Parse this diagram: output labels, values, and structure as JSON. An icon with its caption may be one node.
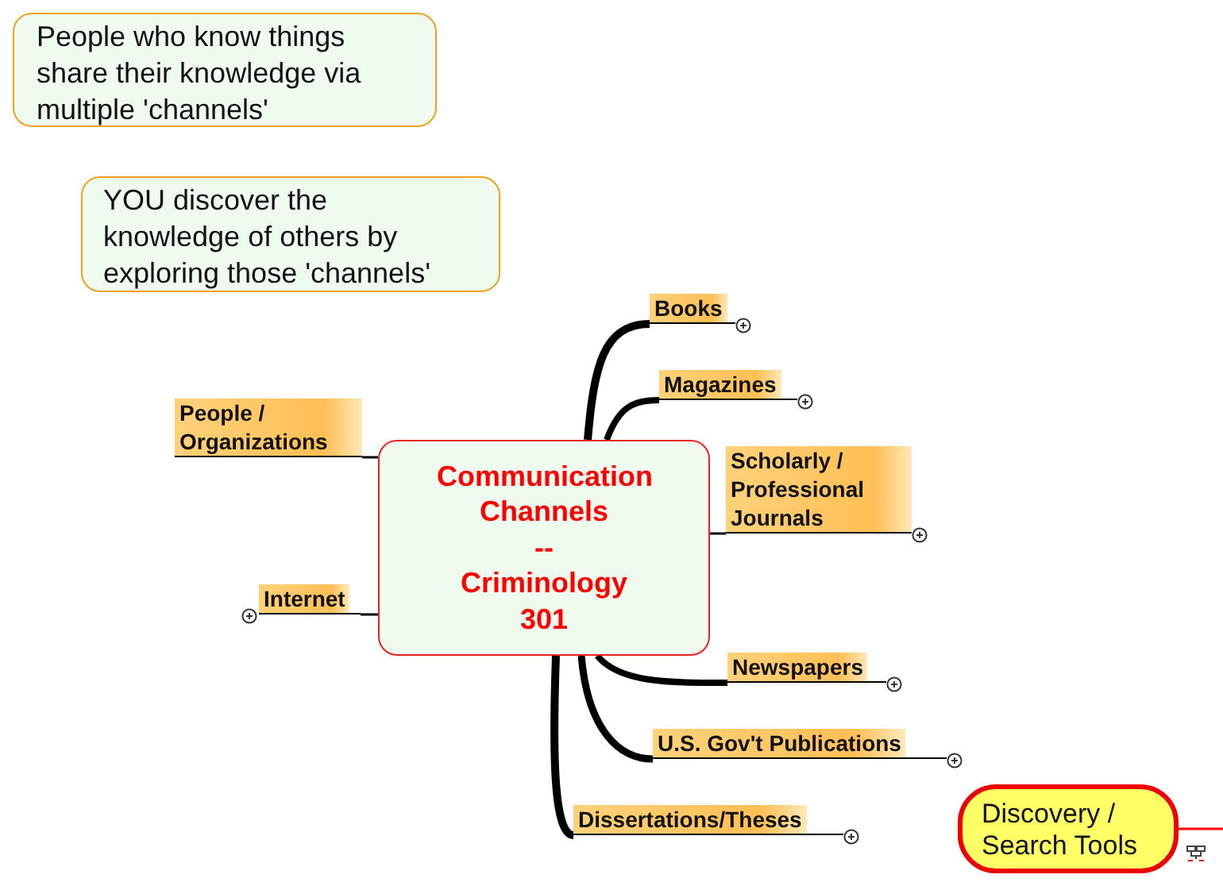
{
  "diagram": {
    "nodes": [
      {
        "text": [
          "People who know things share their knowledge via multiple 'channels'"
        ]
      },
      {
        "text": [
          "YOU discover the knowledge of others by exploring those 'channels'"
        ]
      },
      {
        "text": [
          "Communication Channels",
          "--",
          "Criminology 301"
        ]
      },
      {
        "text": [
          "Books"
        ]
      },
      {
        "text": [
          "Magazines"
        ]
      },
      {
        "text": [
          "Scholarly / Professional Journals"
        ]
      },
      {
        "text": [
          "People / Organizations"
        ]
      },
      {
        "text": [
          "Internet"
        ]
      },
      {
        "text": [
          "Newspapers"
        ]
      },
      {
        "text": [
          "U.S. Gov't Publications"
        ]
      },
      {
        "text": [
          "Dissertations/Theses"
        ]
      },
      {
        "text": [
          "Discovery / Search Tools"
        ]
      }
    ],
    "edges": [
      {
        "from": 2,
        "to": 3,
        "arrow": "none"
      },
      {
        "from": 2,
        "to": 4,
        "arrow": "none"
      },
      {
        "from": 2,
        "to": 5,
        "arrow": "none"
      },
      {
        "from": 2,
        "to": 6,
        "arrow": "none"
      },
      {
        "from": 2,
        "to": 7,
        "arrow": "none"
      },
      {
        "from": 2,
        "to": 8,
        "arrow": "none"
      },
      {
        "from": 2,
        "to": 9,
        "arrow": "none"
      },
      {
        "from": 2,
        "to": 10,
        "arrow": "none"
      },
      {
        "from": 11,
        "to": null,
        "arrow": "none",
        "color": "#ff0000"
      }
    ]
  }
}
